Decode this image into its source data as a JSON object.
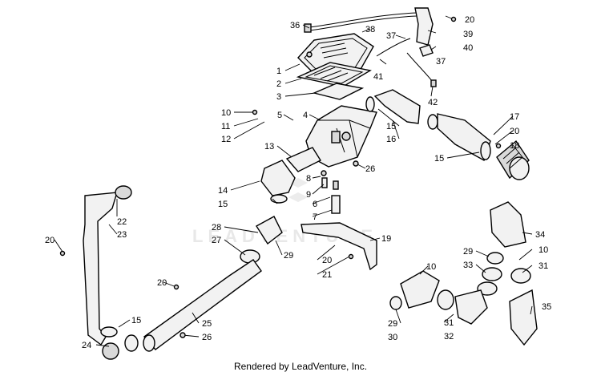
{
  "footer_text": "Rendered by LeadVenture, Inc.",
  "watermark": "LEADVENTURE",
  "callouts": {
    "c36": "36",
    "c38": "38",
    "c20a": "20",
    "c37a": "37",
    "c39": "39",
    "c40": "40",
    "c37b": "37",
    "c41": "41",
    "c42": "42",
    "c1": "1",
    "c2": "2",
    "c3": "3",
    "c10a": "10",
    "c5": "5",
    "c4": "4",
    "c11": "11",
    "c12": "12",
    "c15a": "15",
    "c16": "16",
    "c17": "17",
    "c20b": "20",
    "c18": "18",
    "c13": "13",
    "c15b": "15",
    "c26a": "26",
    "c8": "8",
    "c9": "9",
    "c14": "14",
    "c15c": "15",
    "c6": "6",
    "c7": "7",
    "c22": "22",
    "c23": "23",
    "c20c": "20",
    "c28": "28",
    "c27": "27",
    "c29a": "29",
    "c20d": "20",
    "c19": "19",
    "c21": "21",
    "c34": "34",
    "c10b": "10",
    "c29b": "29",
    "c33": "33",
    "c31a": "31",
    "c10c": "10",
    "c20e": "20",
    "c35": "35",
    "c25": "25",
    "c15d": "15",
    "c24": "24",
    "c26b": "26",
    "c29c": "29",
    "c30": "30",
    "c31b": "31",
    "c32": "32"
  },
  "colors": {
    "line": "#000000",
    "fill": "#f2f2f2",
    "background": "#ffffff"
  }
}
